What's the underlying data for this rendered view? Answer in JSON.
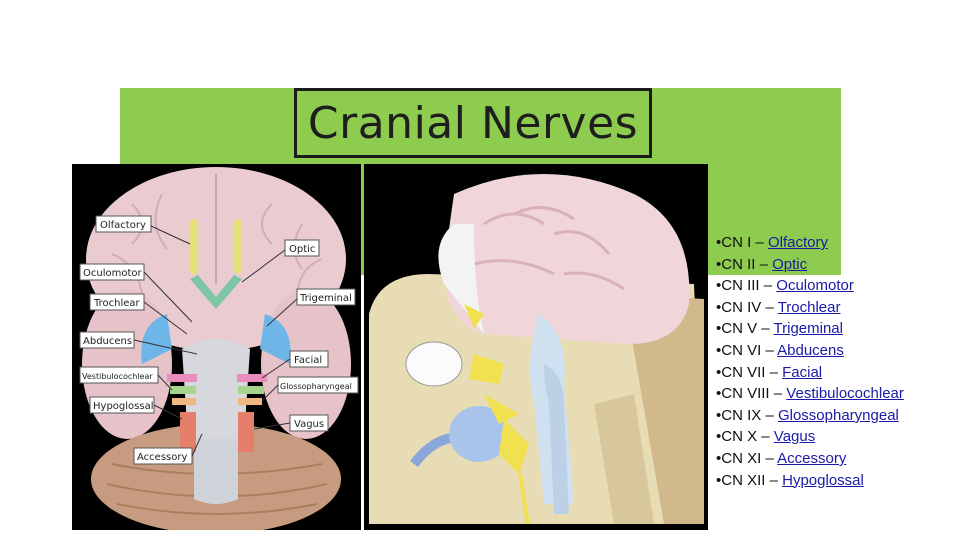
{
  "slide": {
    "title": "Cranial Nerves"
  },
  "diagram_labels": {
    "olfactory": "Olfactory",
    "optic": "Optic",
    "oculomotor": "Oculomotor",
    "trochlear": "Trochlear",
    "trigeminal": "Trigeminal",
    "abducens": "Abducens",
    "facial": "Facial",
    "vestibulocochlear": "Vestibulocochlear",
    "glossopharyngeal": "Glossopharyngeal",
    "hypoglossal": "Hypoglossal",
    "vagus": "Vagus",
    "accessory": "Accessory"
  },
  "nerves": [
    {
      "num": "I",
      "name": "Olfactory"
    },
    {
      "num": "II",
      "name": "Optic"
    },
    {
      "num": "III",
      "name": "Oculomotor"
    },
    {
      "num": "IV",
      "name": "Trochlear"
    },
    {
      "num": "V",
      "name": "Trigeminal"
    },
    {
      "num": "VI",
      "name": "Abducens"
    },
    {
      "num": "VII",
      "name": "Facial"
    },
    {
      "num": "VIII",
      "name": "Vestibulocochlear"
    },
    {
      "num": "IX",
      "name": "Glossopharyngeal"
    },
    {
      "num": "X",
      "name": "Vagus"
    },
    {
      "num": "XI",
      "name": "Accessory"
    },
    {
      "num": "XII",
      "name": "Hypoglossal"
    }
  ],
  "colors": {
    "accent_green": "#8dcc4f",
    "link": "#1a1aa6"
  }
}
